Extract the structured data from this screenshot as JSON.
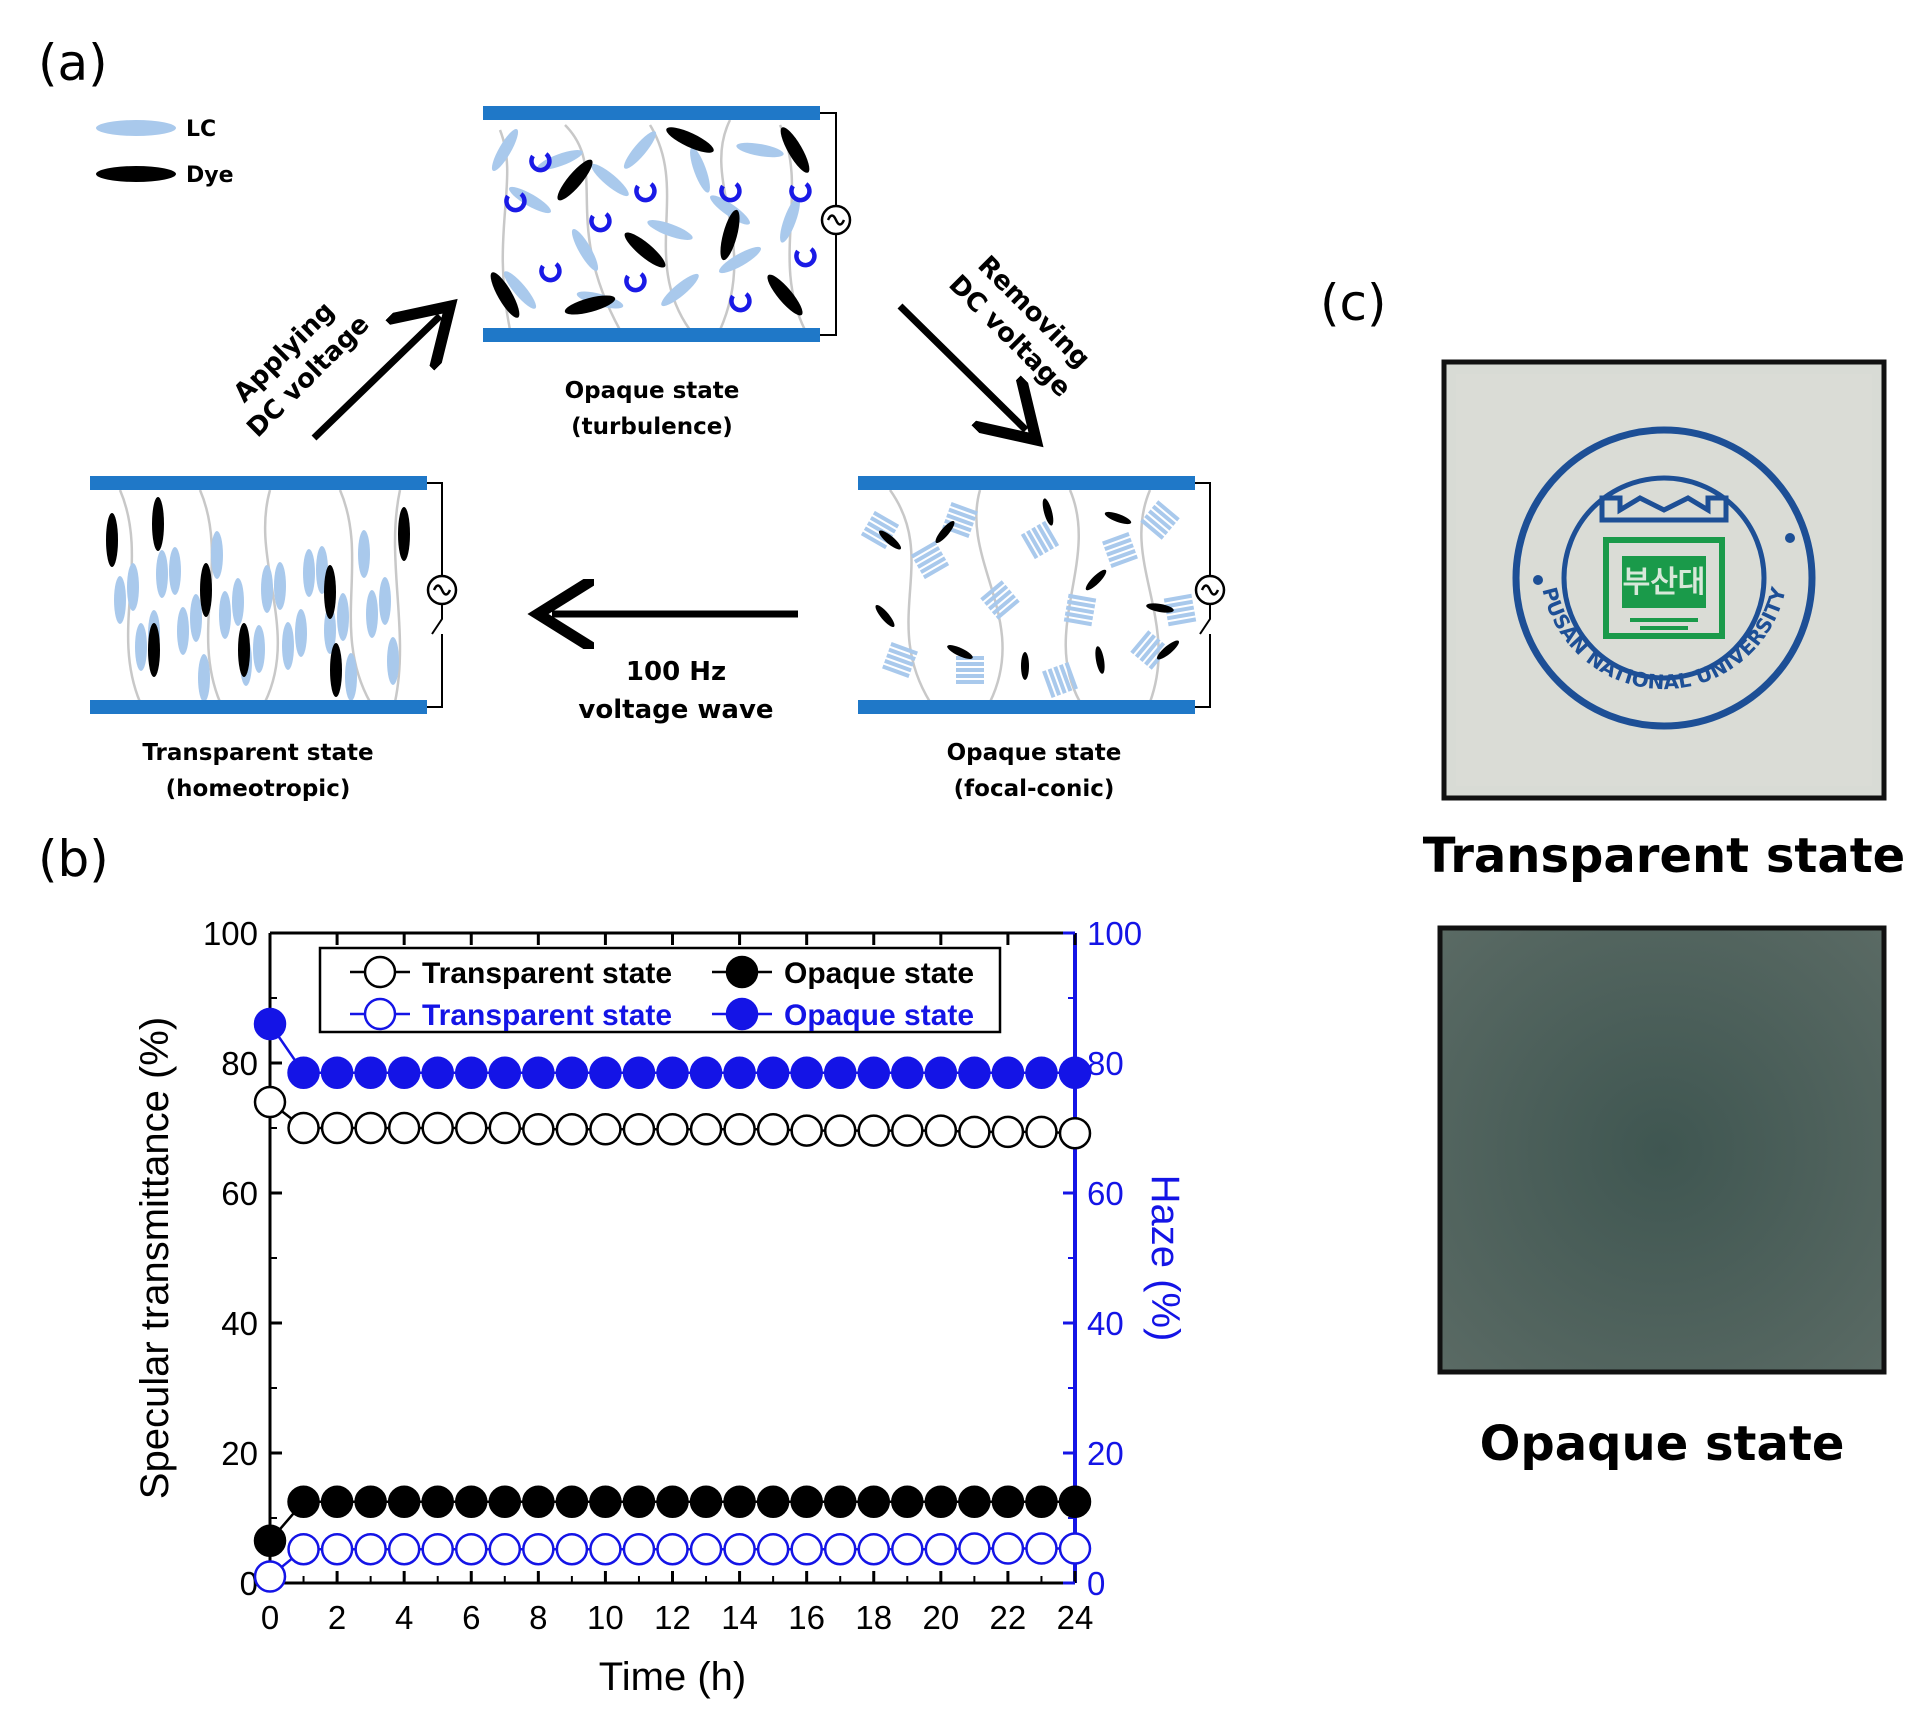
{
  "panel_labels": {
    "a": "(a)",
    "b": "(b)",
    "c": "(c)"
  },
  "schematic": {
    "legend": {
      "lc": "LC",
      "dye": "Dye"
    },
    "states": {
      "top": {
        "line1": "Opaque state",
        "line2": "(turbulence)"
      },
      "left": {
        "line1": "Transparent state",
        "line2": "(homeotropic)"
      },
      "right": {
        "line1": "Opaque state",
        "line2": "(focal-conic)"
      }
    },
    "arrows": {
      "applying_line1": "Applying",
      "applying_line2": "DC voltage",
      "removing_line1": "Removing",
      "removing_line2": "DC voltage",
      "wave_line1": "100 Hz",
      "wave_line2": "voltage wave"
    },
    "colors": {
      "electrode": "#1f78c8",
      "lc": "#a9c9ec",
      "dye": "#000000",
      "turbulence": "#1a1ae6",
      "network": "#c8c8c8"
    }
  },
  "chart_data": {
    "type": "scatter",
    "xlabel": "Time (h)",
    "ylabel_left": "Specular transmittance (%)",
    "ylabel_right": "Haze (%)",
    "xlim": [
      0,
      24
    ],
    "ylim_left": [
      0,
      100
    ],
    "ylim_right": [
      0,
      100
    ],
    "x_ticks": [
      "0",
      "2",
      "4",
      "6",
      "8",
      "10",
      "12",
      "14",
      "16",
      "18",
      "20",
      "22",
      "24"
    ],
    "y_ticks_left": [
      "0",
      "20",
      "40",
      "60",
      "80",
      "100"
    ],
    "y_ticks_right": [
      "0",
      "20",
      "40",
      "60",
      "80",
      "100"
    ],
    "x": [
      0,
      1,
      2,
      3,
      4,
      5,
      6,
      7,
      8,
      9,
      10,
      11,
      12,
      13,
      14,
      15,
      16,
      17,
      18,
      19,
      20,
      21,
      22,
      23,
      24
    ],
    "series": [
      {
        "name": "Transparent state",
        "axis": "left",
        "color": "#000000",
        "filled": false,
        "values": [
          74,
          70,
          70,
          70,
          70,
          70,
          70,
          70,
          69.8,
          69.8,
          69.8,
          69.8,
          69.8,
          69.8,
          69.8,
          69.8,
          69.6,
          69.6,
          69.6,
          69.6,
          69.6,
          69.4,
          69.4,
          69.4,
          69.2
        ]
      },
      {
        "name": "Opaque state",
        "axis": "left",
        "color": "#000000",
        "filled": true,
        "values": [
          6.5,
          12.5,
          12.5,
          12.5,
          12.5,
          12.5,
          12.5,
          12.5,
          12.5,
          12.5,
          12.5,
          12.5,
          12.5,
          12.5,
          12.5,
          12.5,
          12.5,
          12.5,
          12.5,
          12.5,
          12.5,
          12.5,
          12.5,
          12.5,
          12.5
        ]
      },
      {
        "name": "Transparent state",
        "axis": "right",
        "color": "#1414e6",
        "filled": false,
        "values": [
          1,
          5.2,
          5.2,
          5.2,
          5.2,
          5.2,
          5.2,
          5.2,
          5.2,
          5.2,
          5.2,
          5.2,
          5.2,
          5.2,
          5.2,
          5.2,
          5.2,
          5.2,
          5.2,
          5.2,
          5.2,
          5.3,
          5.3,
          5.3,
          5.3
        ]
      },
      {
        "name": "Opaque state",
        "axis": "right",
        "color": "#1414e6",
        "filled": true,
        "values": [
          86,
          78.5,
          78.5,
          78.5,
          78.5,
          78.5,
          78.5,
          78.5,
          78.5,
          78.5,
          78.5,
          78.5,
          78.5,
          78.5,
          78.5,
          78.5,
          78.5,
          78.5,
          78.5,
          78.5,
          78.5,
          78.5,
          78.5,
          78.5,
          78.5
        ]
      }
    ],
    "legend_position": "top"
  },
  "photos": {
    "transparent_caption": "Transparent state",
    "opaque_caption": "Opaque state",
    "seal_text": "PUSAN NATIONAL UNIVERSITY",
    "seal_mark": "부산대"
  }
}
